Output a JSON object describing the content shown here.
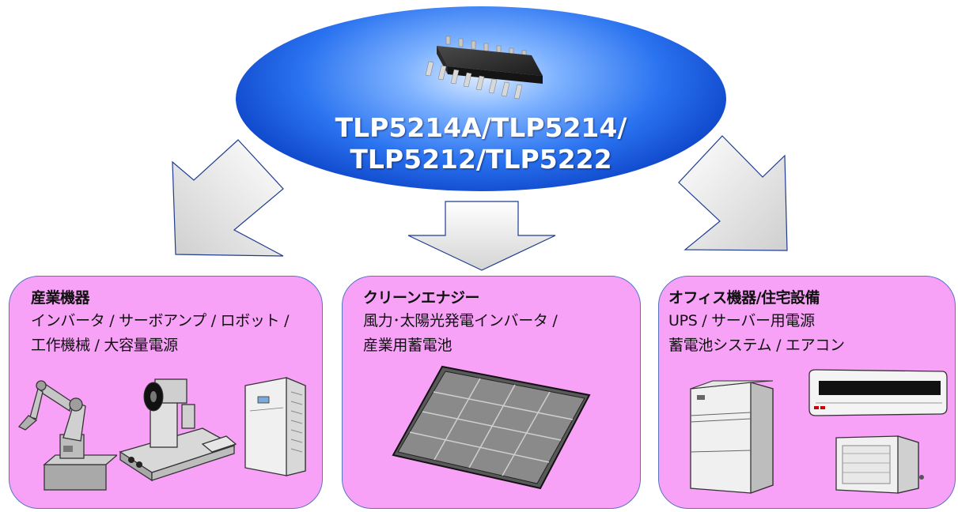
{
  "center": {
    "product_line1": "TLP5214A/TLP5214/",
    "product_line2": "TLP5212/TLP5222",
    "image_icon": "ic-chip-icon"
  },
  "arrows": [
    "arrow-down-left",
    "arrow-down",
    "arrow-down-right"
  ],
  "panels": [
    {
      "title": "産業機器",
      "line1": "インバータ / サーボアンプ / ロボット /",
      "line2": "工作機械 / 大容量電源",
      "icons": [
        "robot-arm-icon",
        "machine-tool-icon",
        "inverter-cabinet-icon"
      ]
    },
    {
      "title": "クリーンエナジー",
      "line1": "風力･太陽光発電インバータ /",
      "line2": "産業用蓄電池",
      "icons": [
        "solar-panel-icon"
      ]
    },
    {
      "title": "オフィス機器/住宅設備",
      "line1": "UPS / サーバー用電源",
      "line2": "蓄電池システム / エアコン",
      "icons": [
        "ups-cabinet-icon",
        "air-conditioner-icon",
        "outdoor-unit-icon"
      ]
    }
  ],
  "colors": {
    "panel_fill": "#f7a1f7",
    "panel_border": "#5872c8",
    "ellipse_blue": "#0a3fc4",
    "arrow_fill": "#eeeeee"
  }
}
